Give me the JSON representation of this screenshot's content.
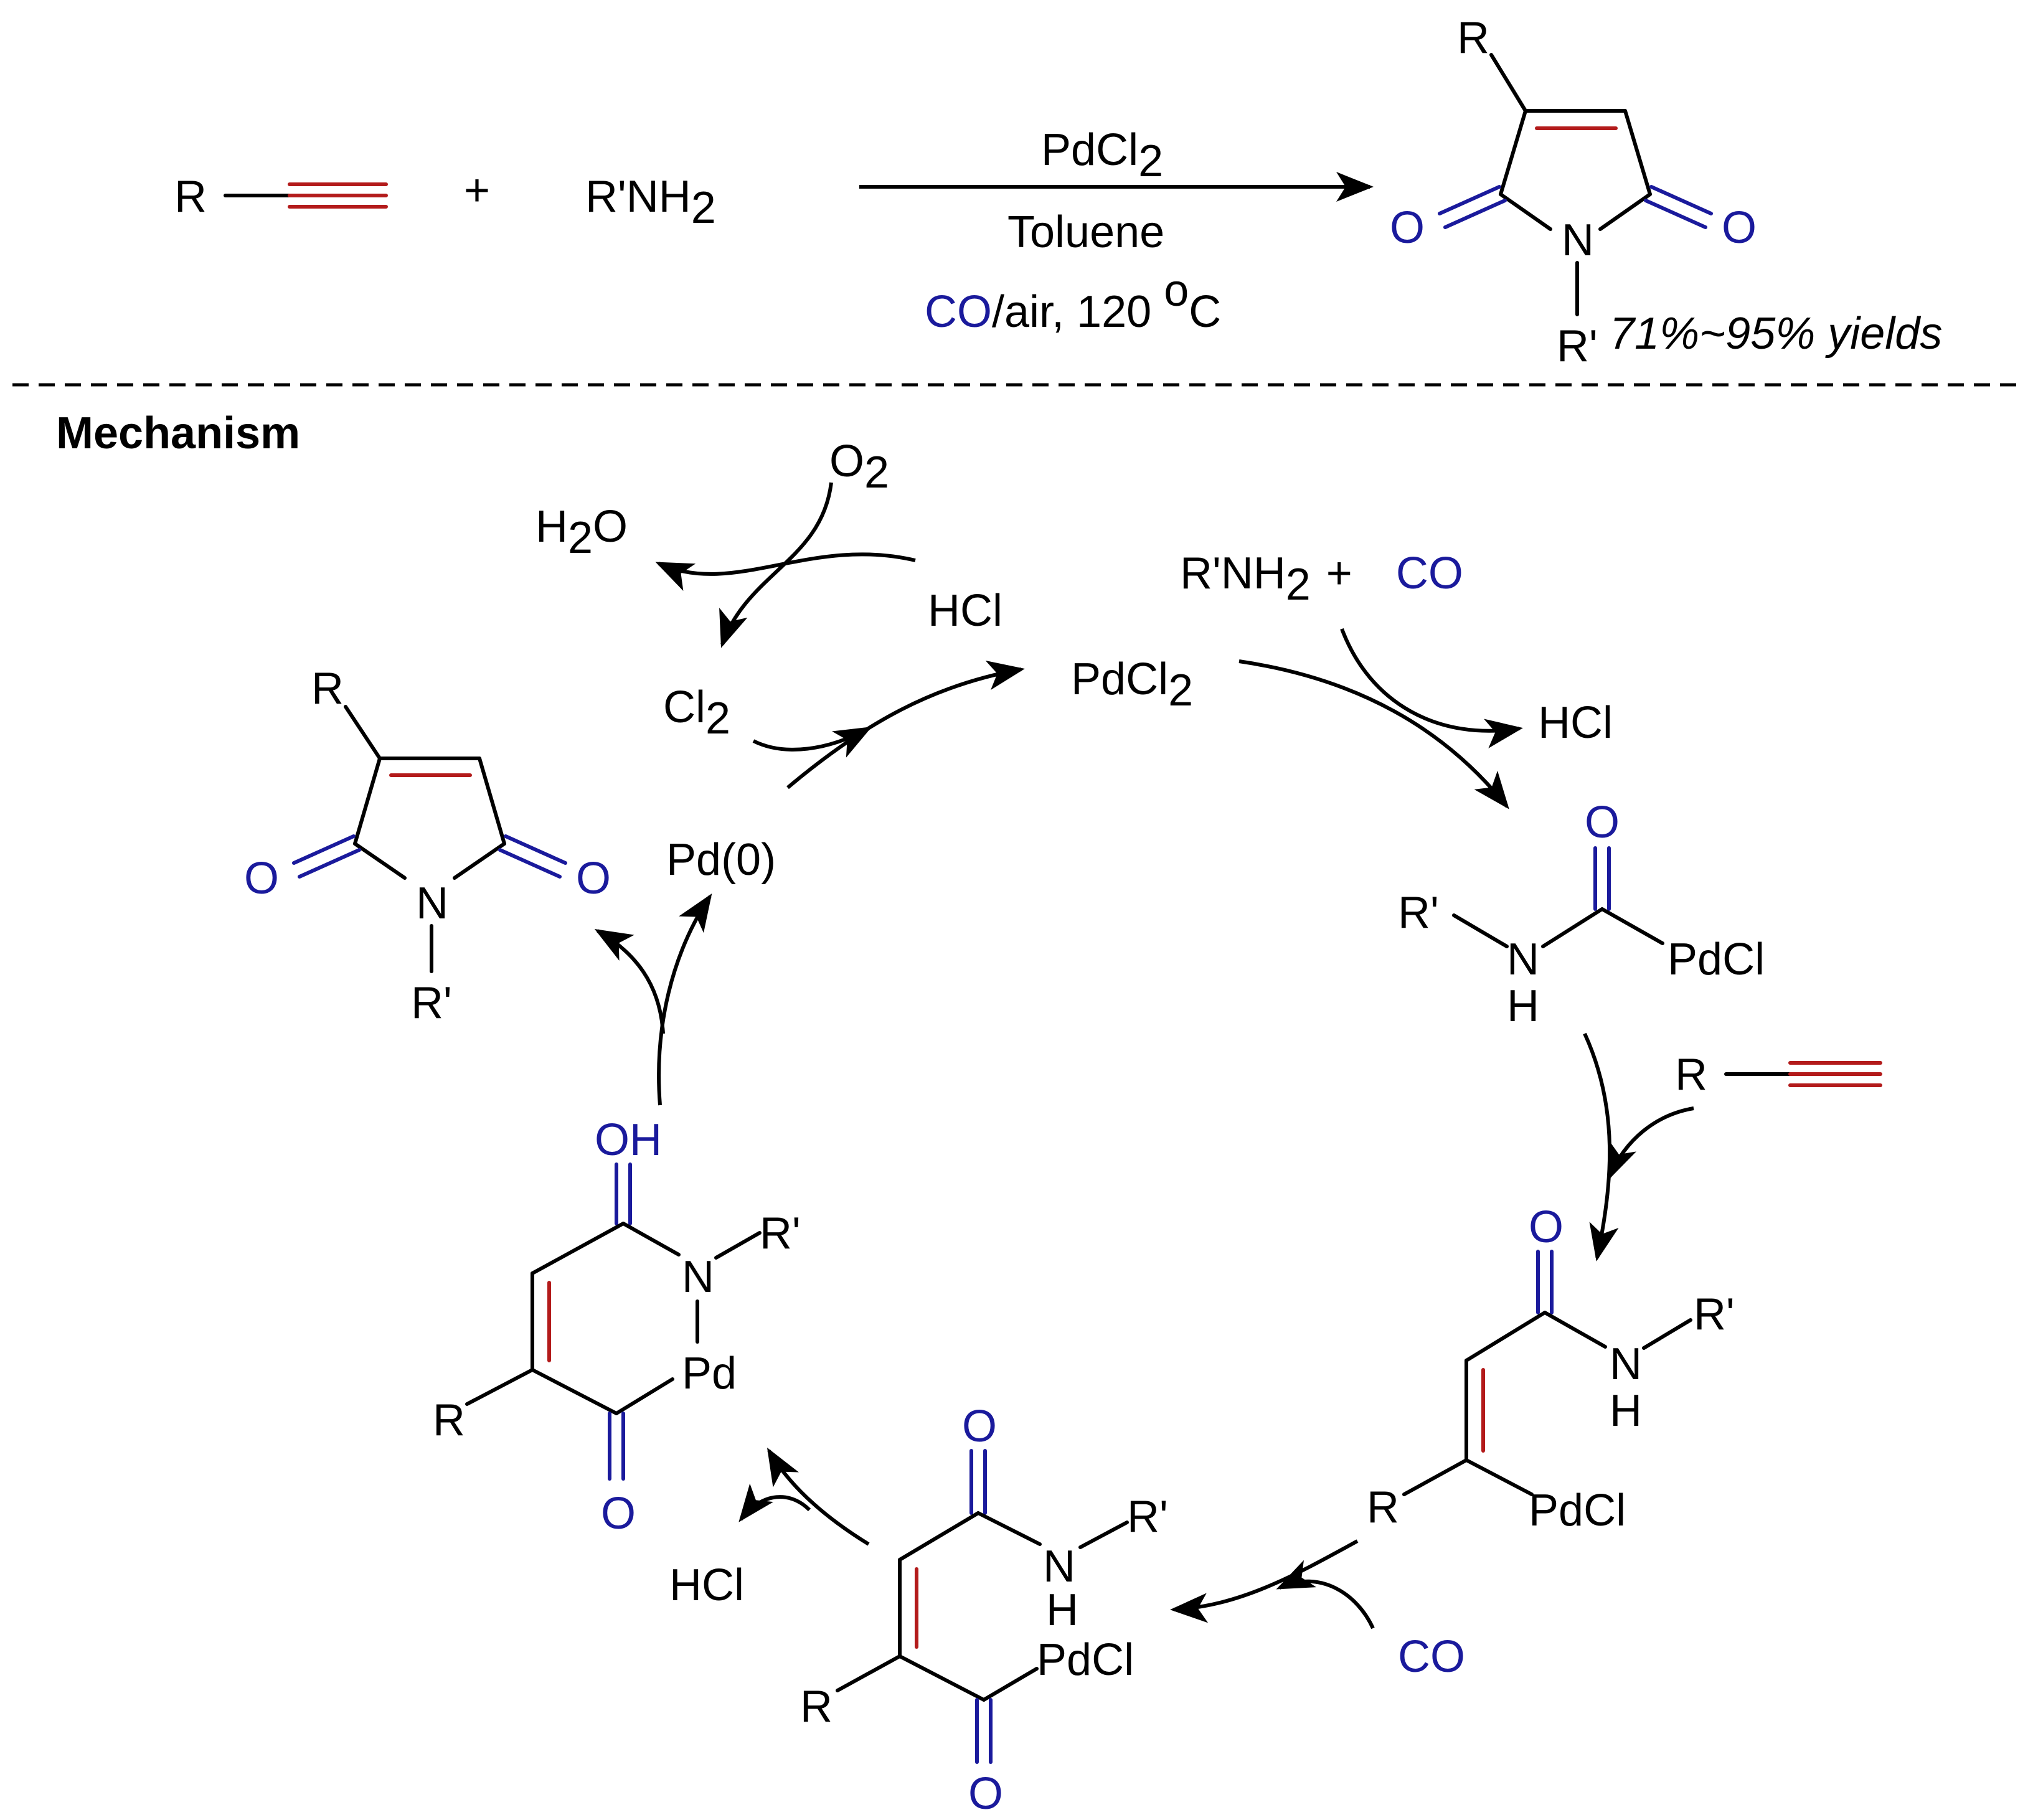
{
  "colors": {
    "black": "#000000",
    "blue": "#1a1a9c",
    "red": "#b31b1b"
  },
  "reaction": {
    "reactant_alkyne_r": "R",
    "plus": "+",
    "amine": "R'NH",
    "amine_sub": "2",
    "catalyst": "PdCl",
    "catalyst_sub": "2",
    "solvent": "Toluene",
    "co": "CO",
    "conditions_rest": "/air, 120 ",
    "degree": "o",
    "celsius": "C",
    "yields": "71%~95% yields"
  },
  "product_top": {
    "r": "R",
    "o_left": "O",
    "o_right": "O",
    "n": "N",
    "r_prime": "R'"
  },
  "mechanism": {
    "label": "Mechanism",
    "o2": "O",
    "o2_sub": "2",
    "h2o_h": "H",
    "h2o_sub": "2",
    "h2o_o": "O",
    "hcl_top": "HCl",
    "cl2": "Cl",
    "cl2_sub": "2",
    "pdcl2": "PdCl",
    "pdcl2_sub": "2",
    "pd0": "Pd(0)",
    "amine_co_amine": "R'NH",
    "amine_co_sub": "2",
    "amine_co_plus": "+",
    "amine_co_co": "CO",
    "hcl_right": "HCl",
    "hcl_bottom_left": "HCl",
    "co_bottom": "CO",
    "alkyne_r": "R",
    "product": {
      "r": "R",
      "o_left": "O",
      "o_right": "O",
      "n": "N",
      "r_prime": "R'"
    },
    "int1": {
      "o": "O",
      "r_prime": "R'",
      "n": "N",
      "h": "H",
      "pdcl": "PdCl"
    },
    "int2": {
      "o": "O",
      "n": "N",
      "r_prime": "R'",
      "h": "H",
      "r": "R",
      "pdcl": "PdCl"
    },
    "int3": {
      "o_top": "O",
      "n": "N",
      "r_prime": "R'",
      "h": "H",
      "r": "R",
      "pdcl": "PdCl",
      "o_bottom": "O"
    },
    "int4": {
      "oh": "OH",
      "n": "N",
      "r_prime": "R'",
      "pd": "Pd",
      "r": "R",
      "o": "O"
    }
  }
}
